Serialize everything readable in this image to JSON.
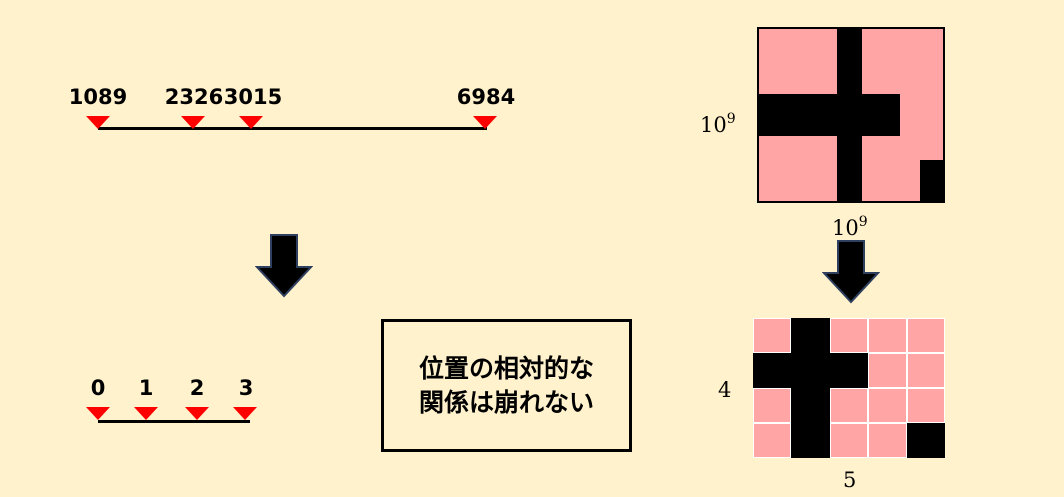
{
  "top_number_line": {
    "values": [
      "1089",
      "2326",
      "3015",
      "6984"
    ]
  },
  "bottom_number_line": {
    "values": [
      "0",
      "1",
      "2",
      "3"
    ]
  },
  "note": {
    "line1": "位置の相対的な",
    "line2": "関係は崩れない"
  },
  "big_grid": {
    "side_label_base": "10",
    "side_label_exp": "9",
    "bottom_label_base": "10",
    "bottom_label_exp": "9"
  },
  "small_grid": {
    "rows_label": "4",
    "cols_label": "5",
    "rows": 4,
    "cols": 5,
    "filled": [
      [
        0,
        1
      ],
      [
        1,
        0
      ],
      [
        1,
        1
      ],
      [
        1,
        2
      ],
      [
        2,
        1
      ],
      [
        3,
        1
      ],
      [
        3,
        4
      ]
    ]
  },
  "colors": {
    "background": "#fff2cc",
    "marker": "#ff0000",
    "cell": "#ffa5a5",
    "filled": "#000000",
    "arrow": "#000000"
  }
}
